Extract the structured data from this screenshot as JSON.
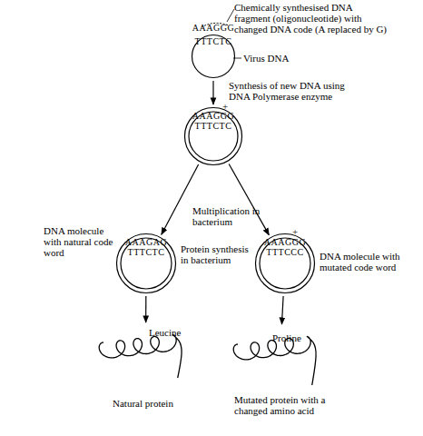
{
  "diagram": {
    "nodes": [
      {
        "text": [
          "AAAGGG",
          "TTTCTC"
        ]
      },
      {
        "text": [
          "AAAGGG",
          "TTTCTC"
        ]
      },
      {
        "text": [
          "AAAGAG",
          "TTTCTC"
        ]
      },
      {
        "text": [
          "AAAGGG",
          "TTTCCC"
        ]
      },
      {
        "text": [
          "Leucine",
          "Natural protein"
        ]
      },
      {
        "text": [
          "Proline",
          "Mutated protein with a changed amino acid"
        ]
      }
    ],
    "edges": [
      {
        "from": 0,
        "to": 1,
        "arrow": "to",
        "label": "Synthesis of new DNA using DNA Polymerase enzyme"
      },
      {
        "from": 1,
        "to": 2,
        "arrow": "to"
      },
      {
        "from": 1,
        "to": 3,
        "arrow": "to"
      },
      {
        "from": 2,
        "to": 4,
        "arrow": "to"
      },
      {
        "from": 3,
        "to": 5,
        "arrow": "to"
      }
    ],
    "labels": [
      "Chemically synthesised DNA fragment (oligonucleotide) with changed DNA code (A replaced by G)",
      "Virus DNA",
      "+",
      "Multiplication in bacterium",
      "DNA molecule with natural code word",
      "Protein synthesis in bacterium",
      "+",
      "DNA molecule with mutated code word"
    ]
  }
}
